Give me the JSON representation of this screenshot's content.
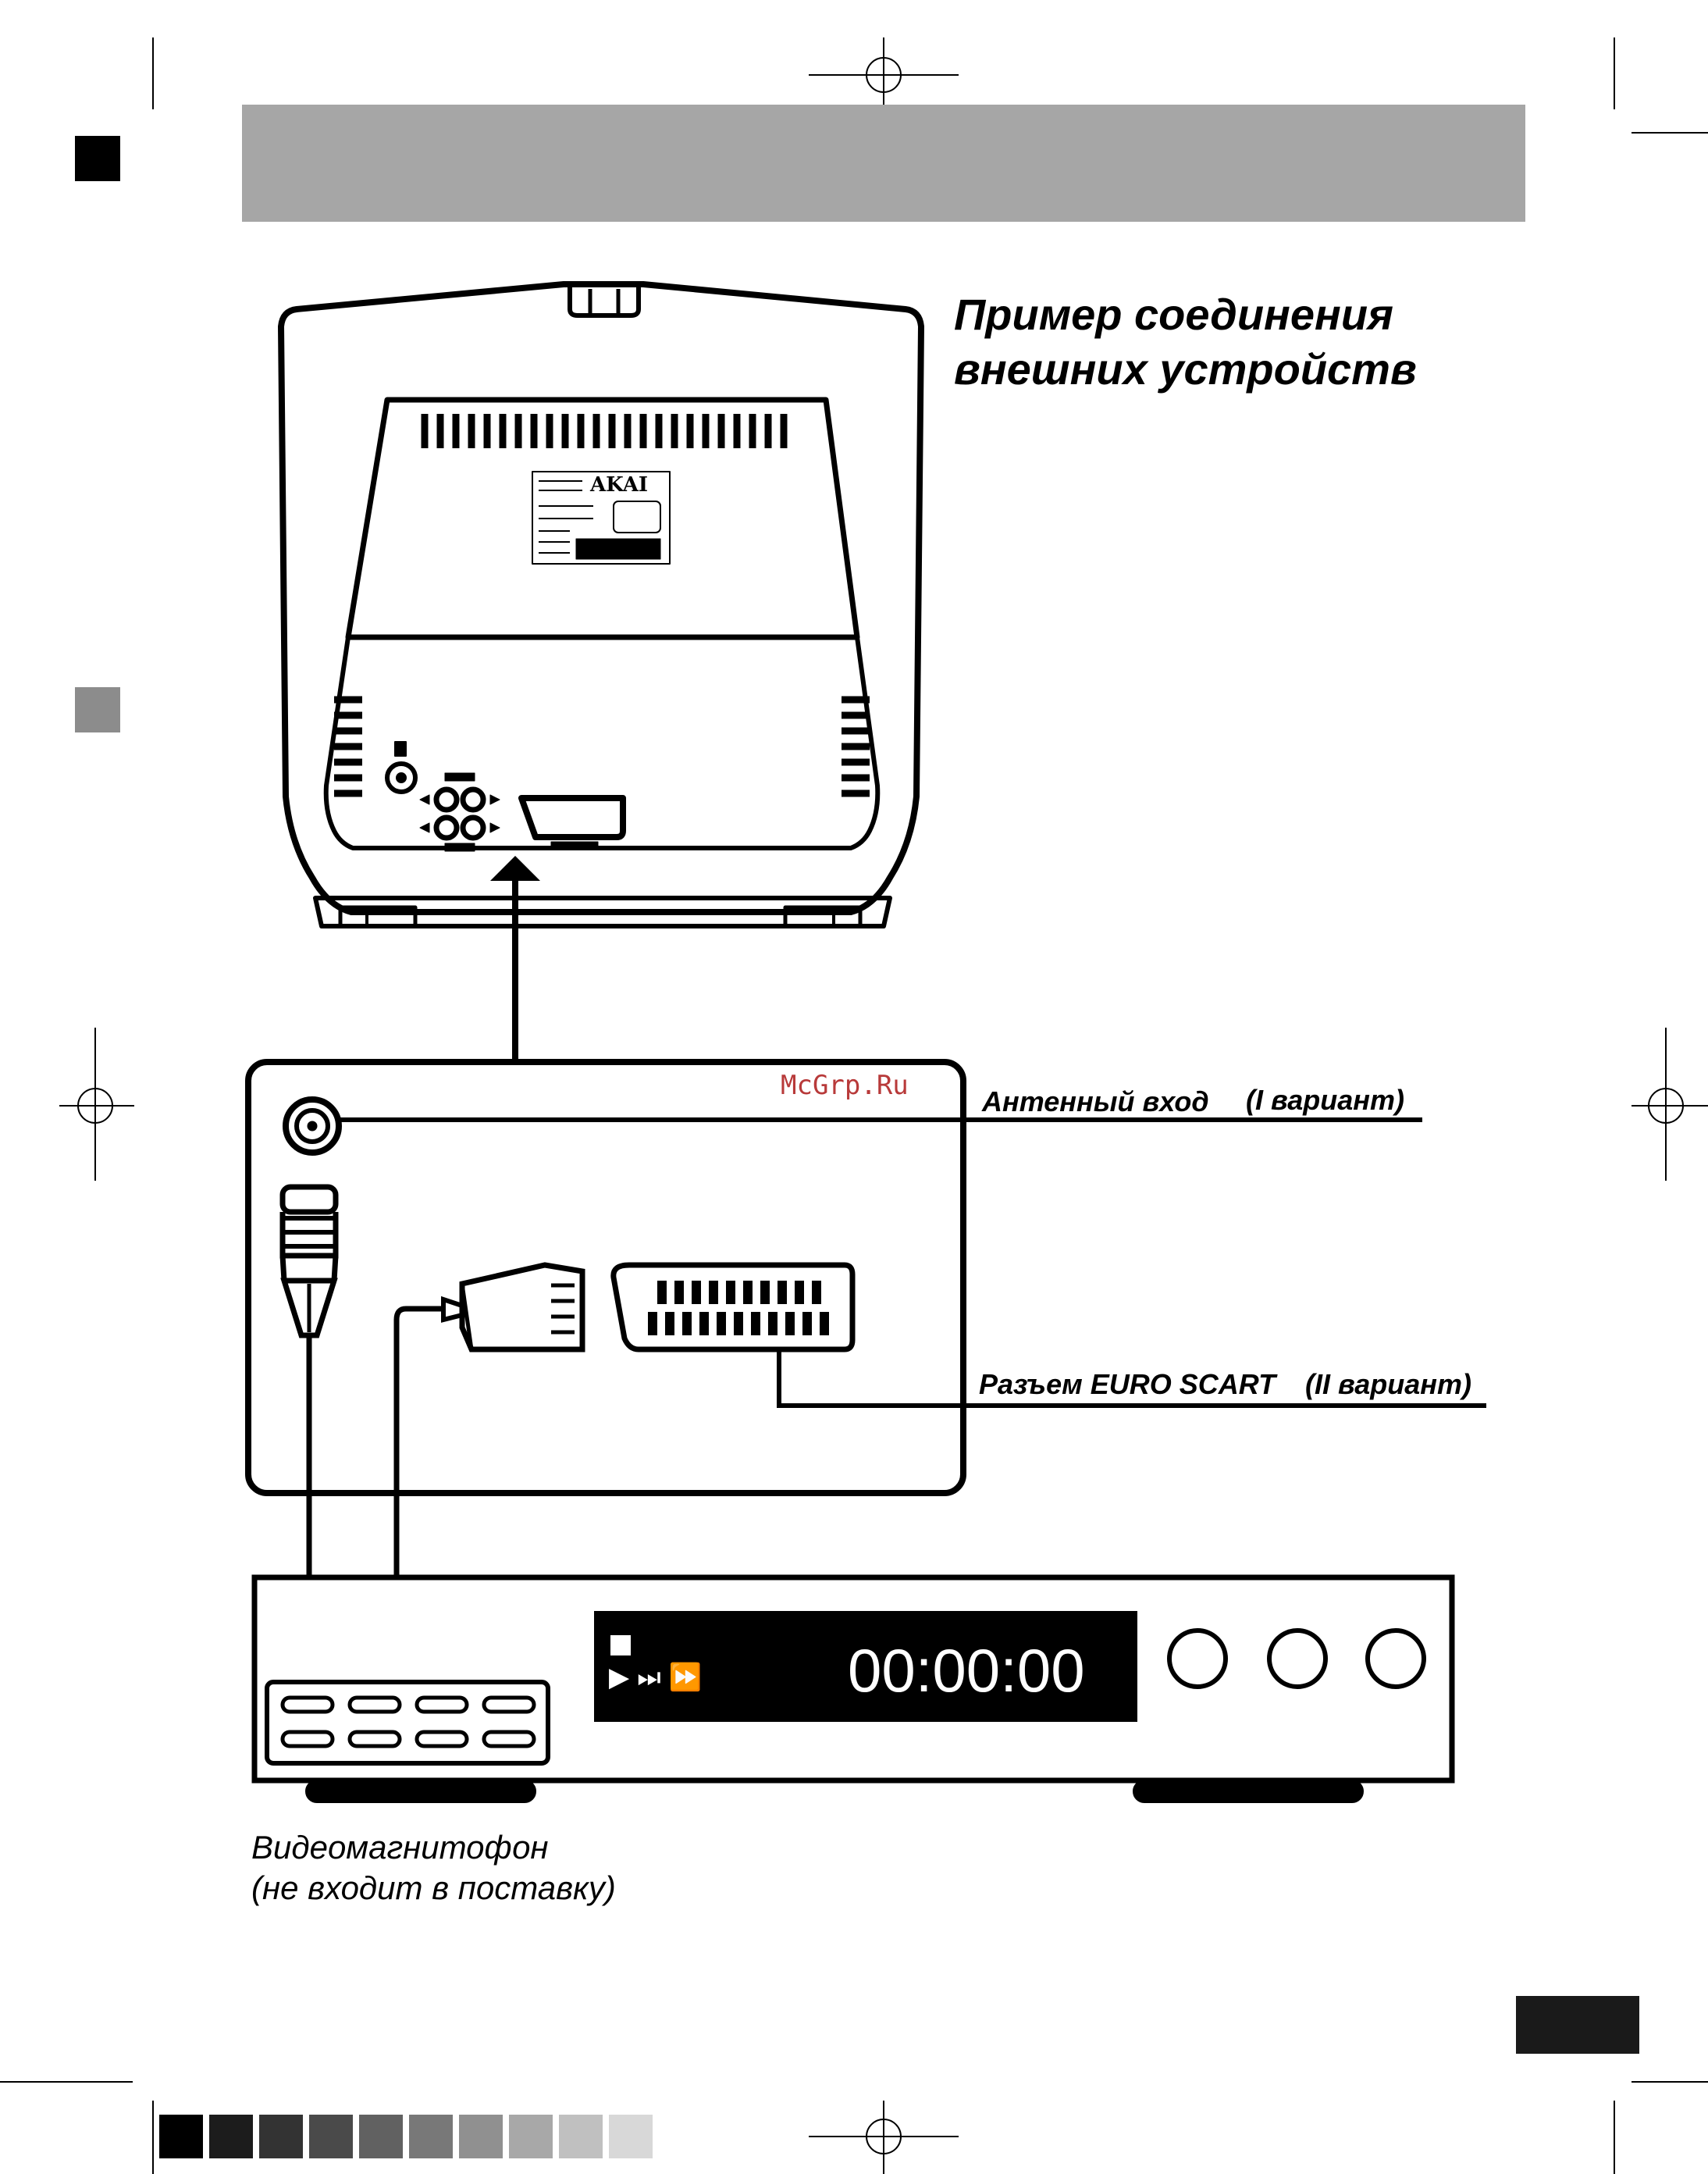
{
  "title": {
    "line1": "Пример соединения",
    "line2": "внешних устройств"
  },
  "labels": {
    "antenna_name": "Антенный вход",
    "antenna_variant": "(I вариант)",
    "scart_name": "Разъем EURO SCART",
    "scart_variant": "(II вариант)"
  },
  "vcr": {
    "timer": "00:00:00",
    "caption_line1": "Видеомагнитофон",
    "caption_line2": "(не входит в поставку)"
  },
  "tv_sticker": {
    "brand": "AKAI"
  },
  "watermark": "McGrp.Ru",
  "colors": {
    "header_band": "#a6a6a6",
    "watermark": "#b83a3a",
    "display": "#000000"
  }
}
